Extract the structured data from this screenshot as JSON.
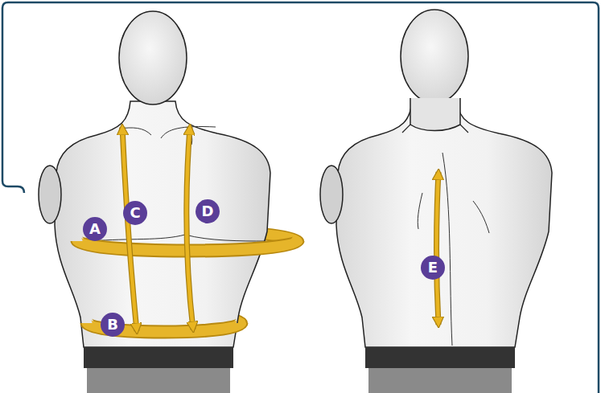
{
  "diagram": {
    "labels": [
      "C",
      "D",
      "A",
      "E",
      "B"
    ]
  }
}
